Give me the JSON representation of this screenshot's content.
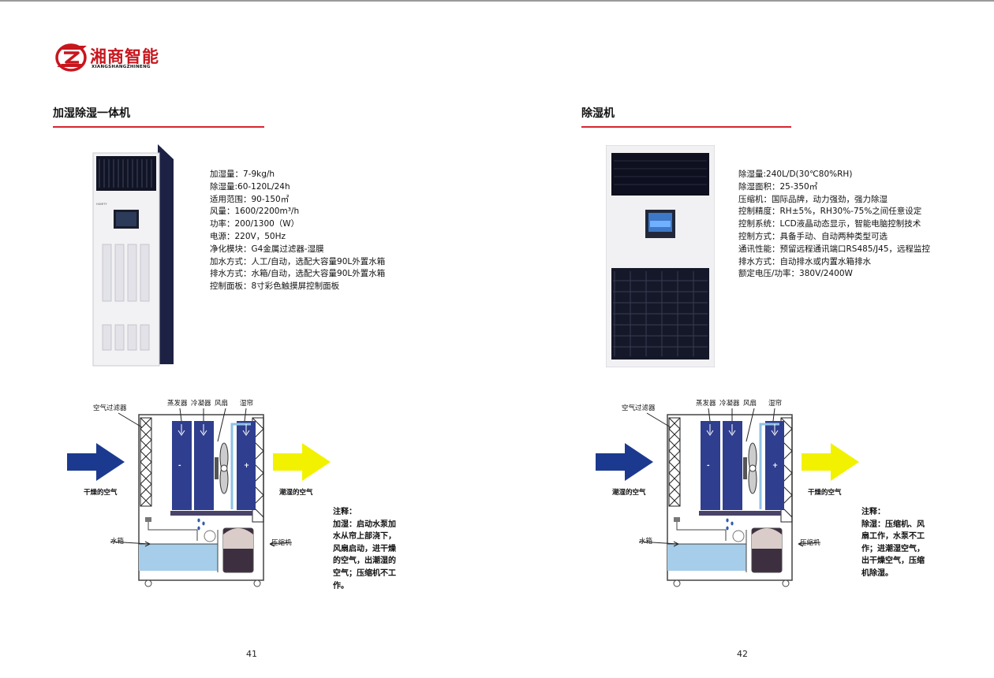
{
  "brand": {
    "name_cn": "湘商智能",
    "name_en": "XIANGSHANGZHINENG",
    "accent": "#c8161d"
  },
  "left": {
    "title": "加湿除湿一体机",
    "specs": [
      "加湿量：7-9kg/h",
      "除湿量:60-120L/24h",
      "适用范围：90-150㎡",
      "风量：1600/2200m³/h",
      "功率：200/1300（W）",
      "电源：220V，50Hz",
      "净化模块：G4金属过滤器-湿膜",
      "加水方式：人工/自动，选配大容量90L外置水箱",
      "排水方式：水箱/自动，选配大容量90L外置水箱",
      "控制面板：8寸彩色触摸屏控制面板"
    ],
    "diagram": {
      "labels": {
        "evaporator": "蒸发器",
        "condenser": "冷凝器",
        "fan": "风扇",
        "wet_curtain": "湿帘",
        "filter": "空气过滤器",
        "tank": "水箱",
        "compressor": "压缩机",
        "minus": "-",
        "plus": "+"
      },
      "air_in": "干燥的空气",
      "air_out": "潮湿的空气",
      "note_title": "注释：",
      "note_lines": [
        "加湿：启动水泵加",
        "水从帘上部浇下，",
        "风扇启动，进干燥",
        "的空气，出潮湿的",
        "空气；压缩机不工",
        "作。"
      ]
    },
    "page_number": "41"
  },
  "right": {
    "title": "除湿机",
    "specs": [
      "除湿量:240L/D(30℃80%RH)",
      "除湿面积：25-350㎡",
      "压缩机：国际品牌，动力强劲，强力除湿",
      "控制精度：RH±5%，RH30%-75%之间任意设定",
      "控制系统：LCD液晶动态显示，智能电脑控制技术",
      "控制方式：具备手动、自动两种类型可选",
      "通讯性能：预留远程通讯端口RS485/J45，远程监控",
      "排水方式：自动排水或内置水箱排水",
      "额定电压/功率：380V/2400W"
    ],
    "diagram": {
      "labels": {
        "evaporator": "蒸发器",
        "condenser": "冷凝器",
        "fan": "风扇",
        "wet_curtain": "湿帘",
        "filter": "空气过滤器",
        "tank": "水箱",
        "compressor": "压缩机",
        "minus": "-",
        "plus": "+"
      },
      "air_in": "潮湿的空气",
      "air_out": "干燥的空气",
      "note_title": "注释：",
      "note_lines": [
        "除湿：压缩机、风",
        "扇工作，水泵不工",
        "作；进潮湿空气，",
        "出干燥空气，压缩",
        "机除湿。"
      ]
    },
    "page_number": "42"
  },
  "colors": {
    "arrow_in": "#1b3a8f",
    "arrow_out": "#f2f200",
    "coil": "#2f3e8e",
    "water": "#a6cde9",
    "red_rule": "#d8262e"
  }
}
